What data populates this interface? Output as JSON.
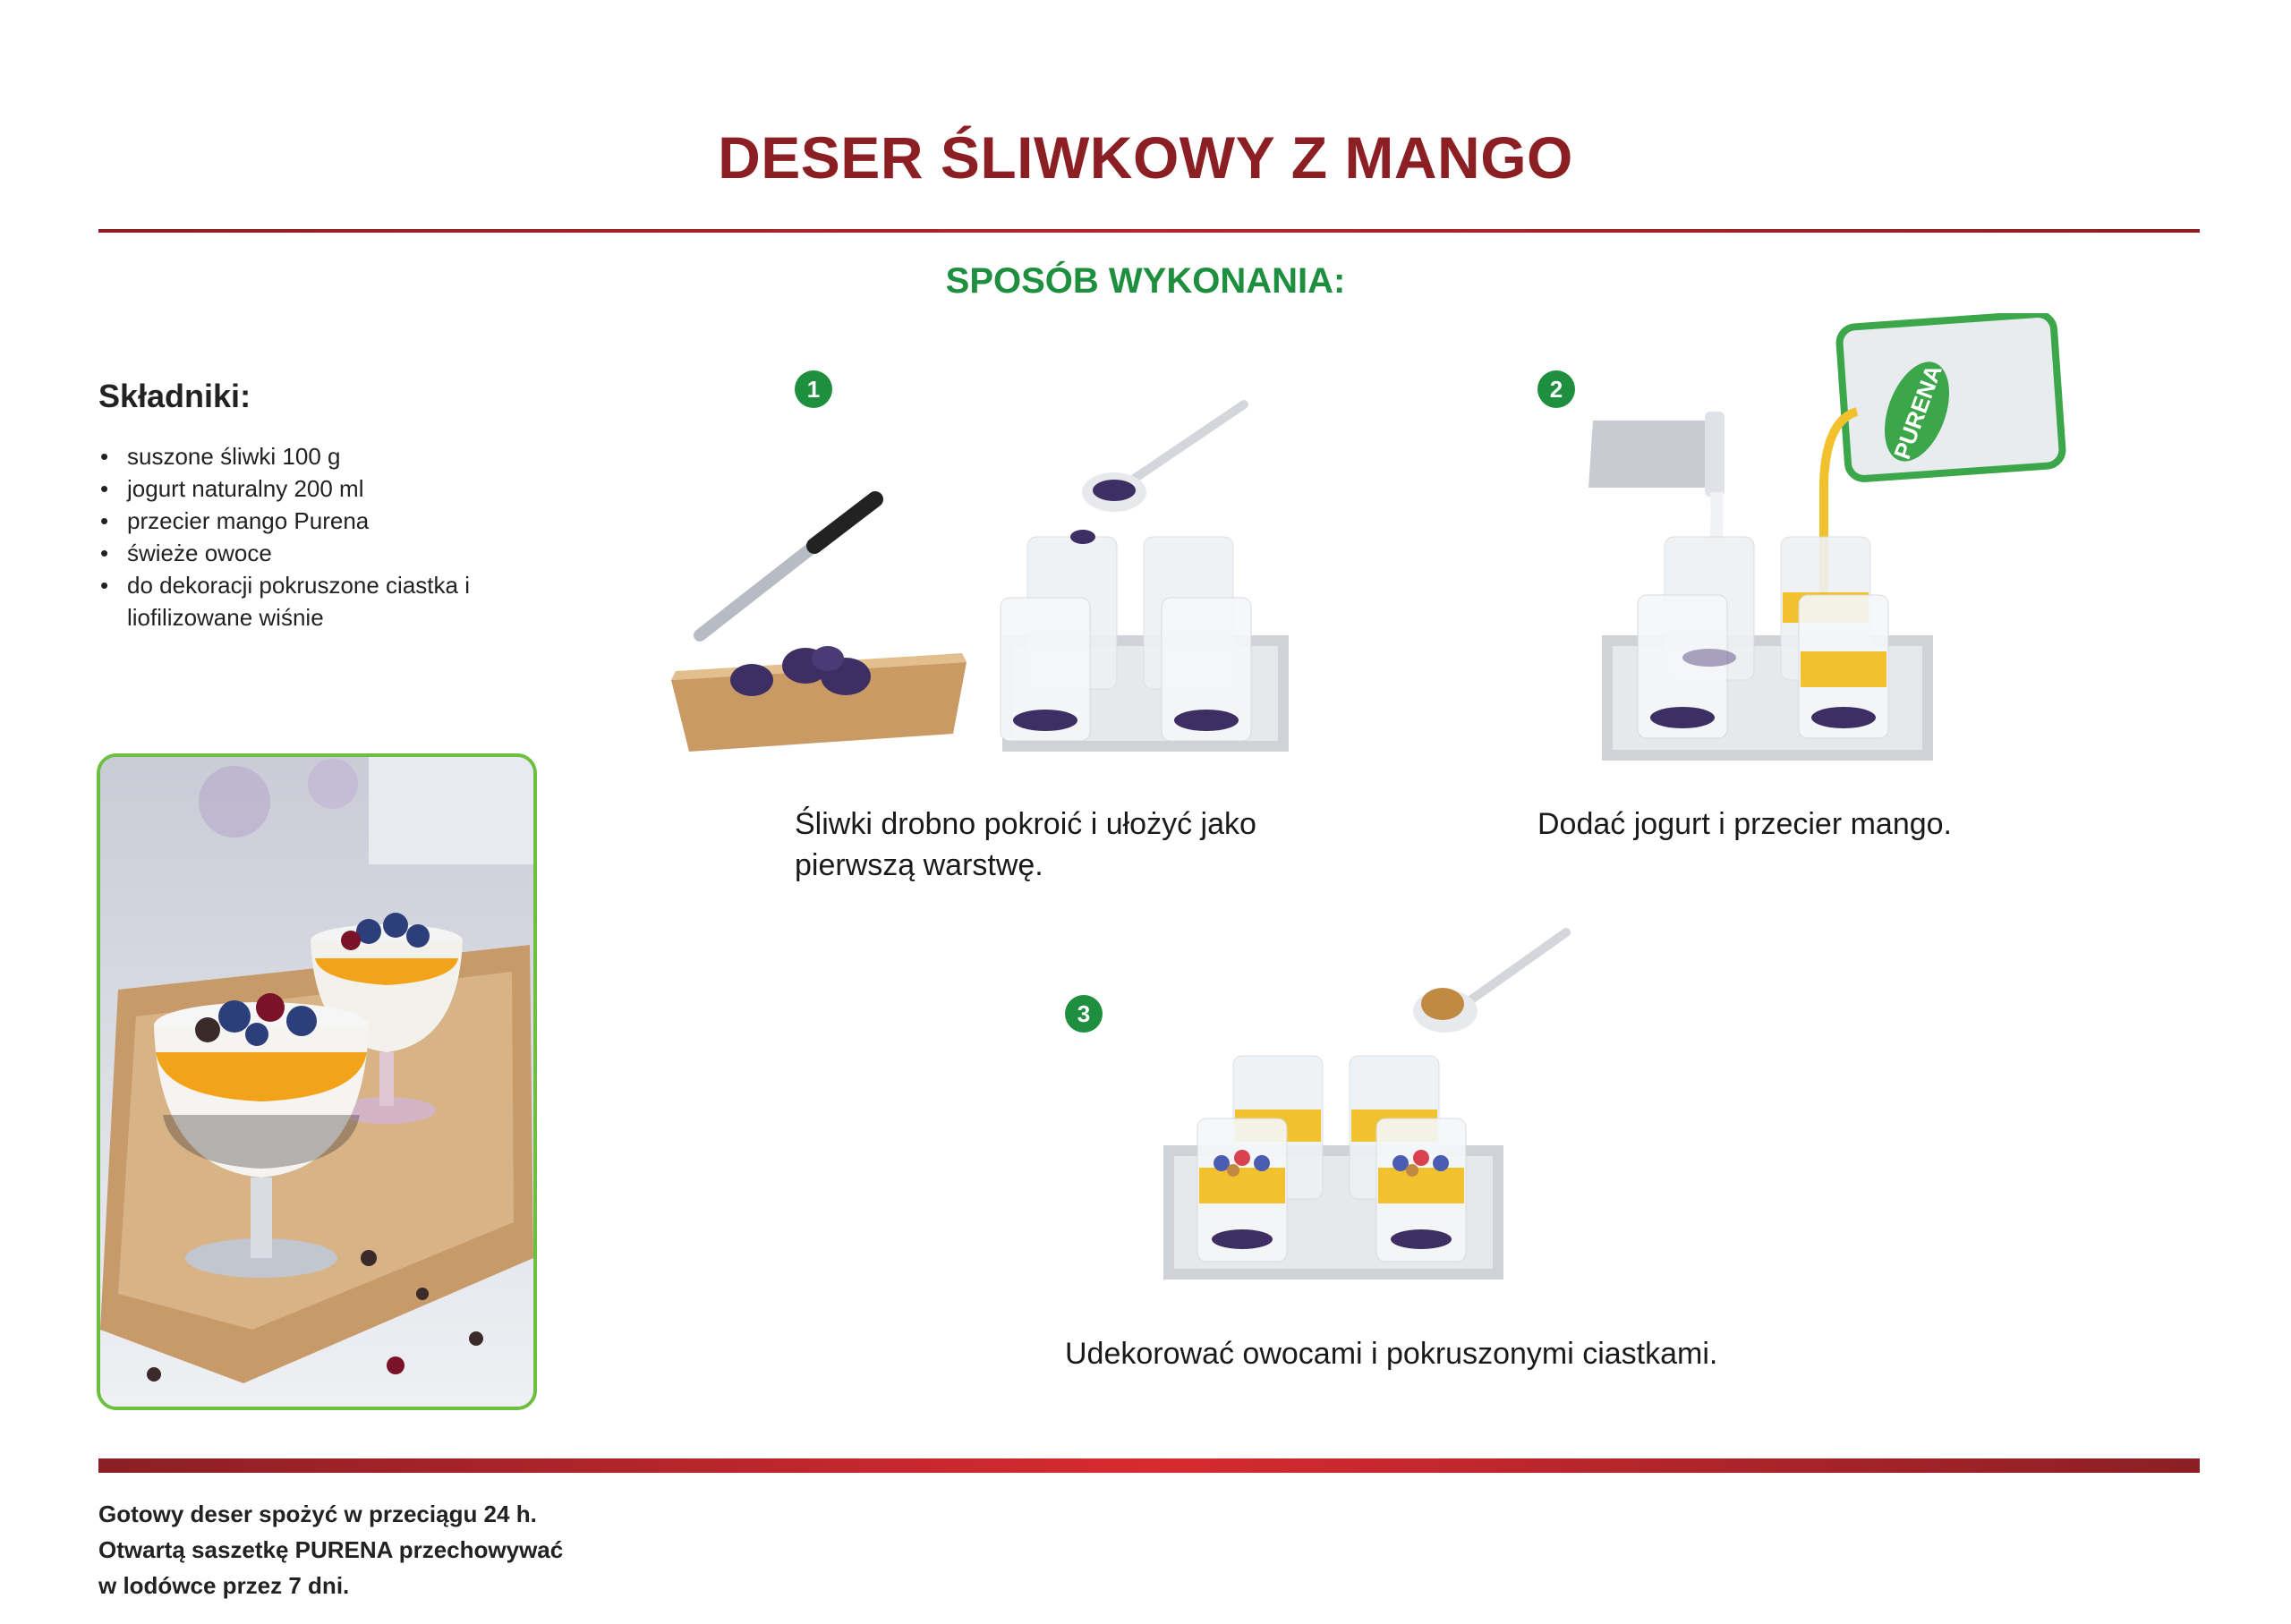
{
  "header": {
    "title": "DESER ŚLIWKOWY Z MANGO",
    "subtitle": "SPOSÓB WYKONANIA:"
  },
  "ingredients": {
    "heading": "Składniki:",
    "items": [
      "suszone śliwki 100 g",
      "jogurt naturalny 200 ml",
      "przecier mango Purena",
      "świeże owoce",
      "do dekoracji pokruszone ciastka i liofilizowane wiśnie"
    ]
  },
  "steps": [
    {
      "number": "1",
      "text": "Śliwki drobno pokroić i ułożyć jako pierwszą warstwę."
    },
    {
      "number": "2",
      "text": "Dodać jogurt i przecier mango."
    },
    {
      "number": "3",
      "text": "Udekorować owocami i pokruszonymi ciastkami."
    }
  ],
  "package_label": "PURENA",
  "note": {
    "lines": [
      "Gotowy deser spożyć w przeciągu 24 h.",
      "Otwartą saszetkę PURENA przechowywać",
      "w lodówce przez 7 dni."
    ]
  },
  "colors": {
    "title": "#8b1f24",
    "accent_green": "#1e8f3e",
    "photo_border": "#6cbf3f",
    "mango": "#f2c12e",
    "plum": "#3d2e63"
  }
}
